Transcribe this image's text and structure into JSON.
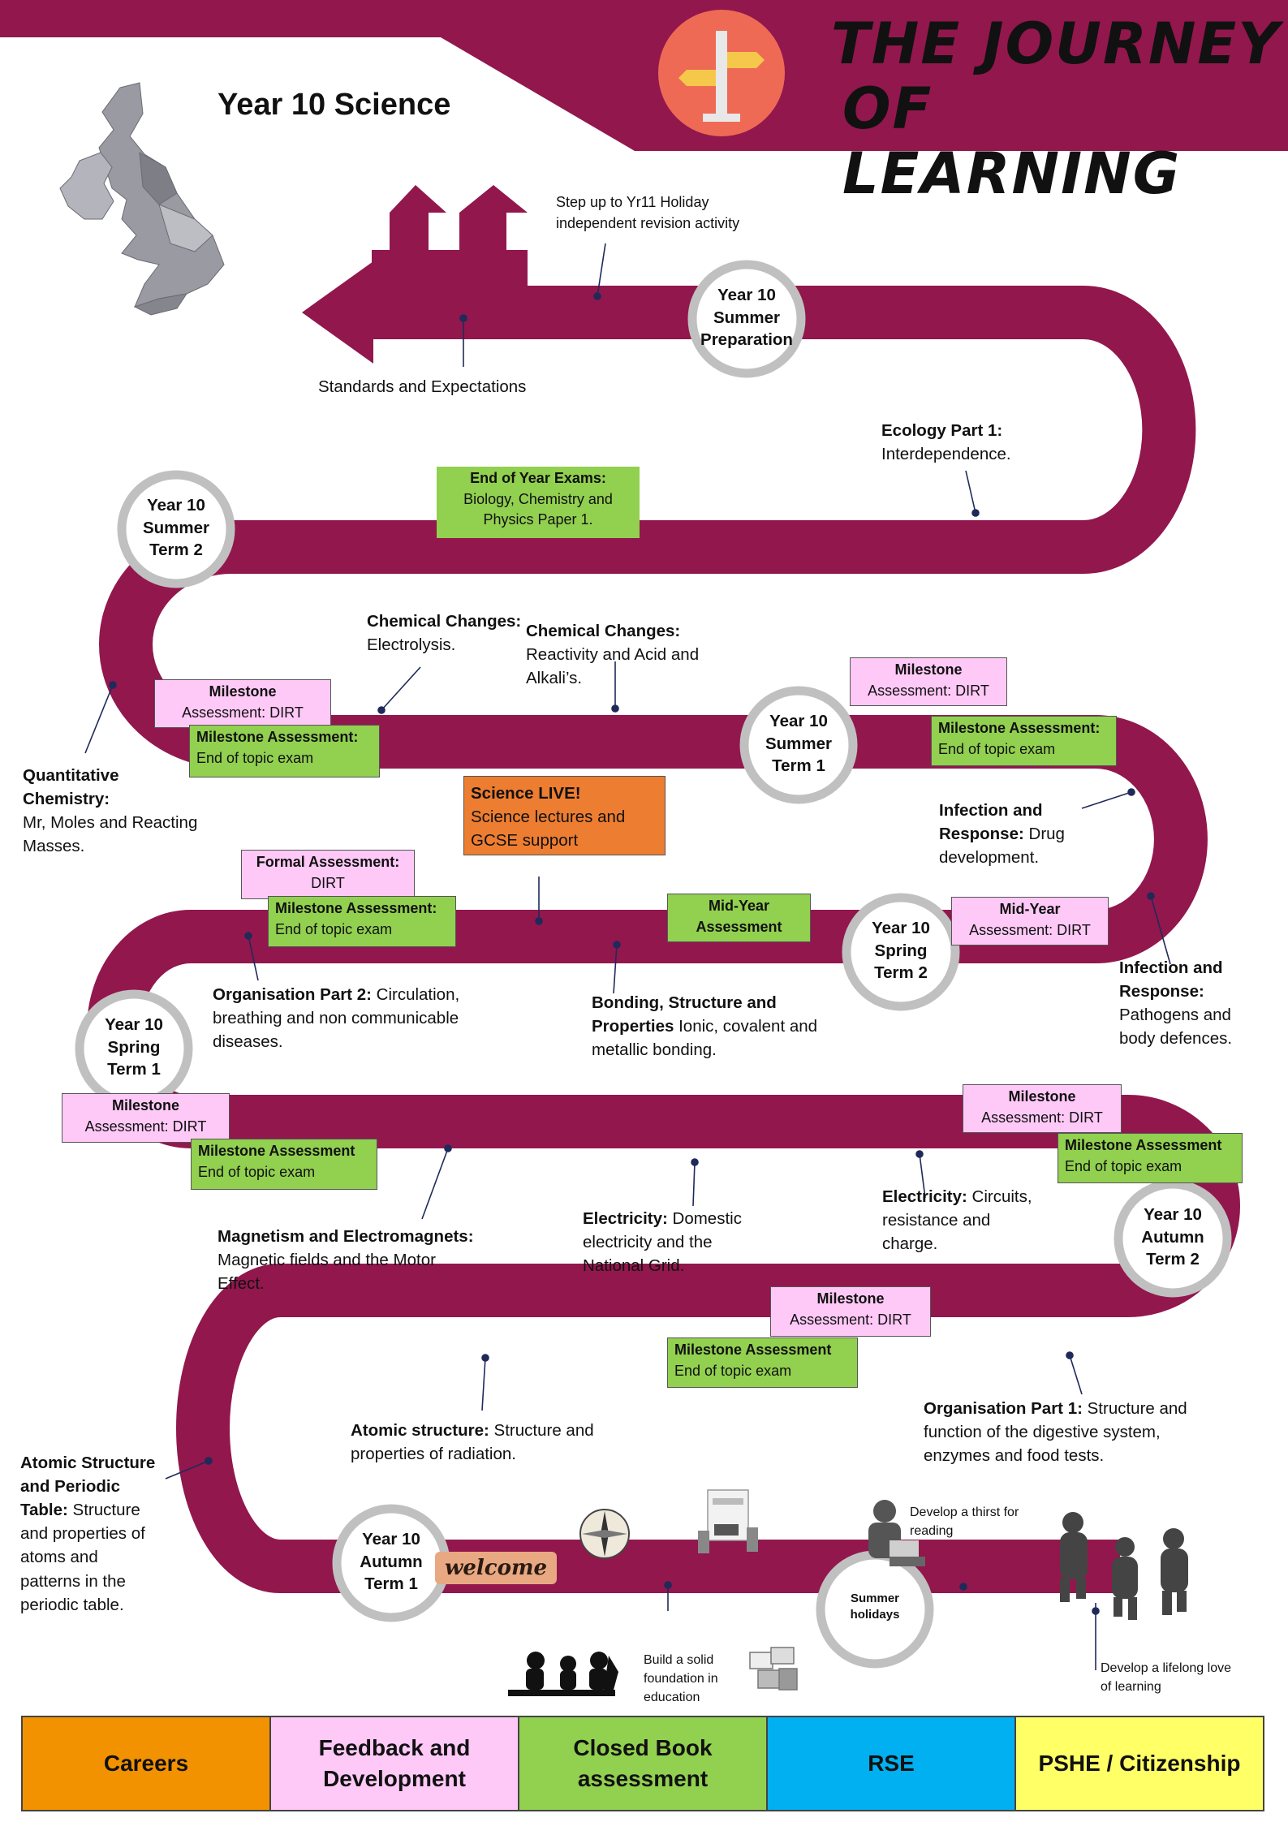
{
  "header": {
    "title_line1": "THE JOURNEY",
    "title_line2": "OF LEARNING",
    "subject": "Year 10 Science",
    "signpost_icon": "signpost-icon",
    "uk_map_icon": "uk-map-icon"
  },
  "colors": {
    "road": "#92174d",
    "banner": "#92174d",
    "milestone_pink": "#ffc9f7",
    "closed_book_green": "#92d050",
    "careers_orange": "#f39200",
    "rse_blue": "#00b0f0",
    "pshe_yellow": "#ffff66"
  },
  "circles": {
    "summer_prep": "Year 10\nSummer\nPreparation",
    "summer2": "Year 10\nSummer\nTerm 2",
    "summer1": "Year 10\nSummer\nTerm 1",
    "spring2": "Year 10\nSpring\nTerm 2",
    "spring1": "Year 10\nSpring\nTerm 1",
    "autumn2": "Year 10\nAutumn\nTerm 2",
    "autumn1": "Year 10\nAutumn\nTerm 1",
    "summer_holidays": "Summer\nholidays"
  },
  "topics": {
    "step_up": "Step up to Yr11 Holiday\nindependent  revision activity",
    "standards": "Standards and Expectations",
    "ecology_title": "Ecology Part 1:",
    "ecology_body": "Interdependence.",
    "chem_electrolysis_title": "Chemical Changes:",
    "chem_electrolysis_body": "Electrolysis.",
    "chem_reactivity_title": "Chemical Changes:",
    "chem_reactivity_body": "Reactivity and Acid and\nAlkali’s.",
    "quant_title": "Quantitative\nChemistry:",
    "quant_body": "Mr, Moles and Reacting\nMasses.",
    "infection_drug_title": "Infection and\nResponse:",
    "infection_drug_body": " Drug\ndevelopment.",
    "infection_path_title": "Infection and\nResponse:",
    "infection_path_body": "Pathogens and\nbody defences.",
    "organisation2_title": "Organisation Part 2:",
    "organisation2_body": " Circulation,\nbreathing and non communicable\ndiseases.",
    "bonding_title": "Bonding, Structure and\nProperties",
    "bonding_body": " Ionic, covalent and\nmetallic bonding.",
    "magnetism_title": "Magnetism and Electromagnets:",
    "magnetism_body": "Magnetic fields and the Motor\nEffect.",
    "electricity_domestic_title": "Electricity:",
    "electricity_domestic_body": " Domestic\nelectricity and the\nNational Grid.",
    "electricity_circuits_title": "Electricity:",
    "electricity_circuits_body": " Circuits,\nresistance and\ncharge.",
    "atomic_title": "Atomic structure:",
    "atomic_body": " Structure and\nproperties of radiation.",
    "organisation1_title": "Organisation Part 1:",
    "organisation1_body": " Structure and\nfunction of the digestive system,\nenzymes and food tests.",
    "atomic_table_title": "Atomic Structure\nand Periodic\nTable:",
    "atomic_table_body": " Structure\nand properties of\natoms and\npatterns in the\nperiodic table.",
    "thirst": "Develop a thirst for\nreading",
    "lifelong": "Develop a lifelong love\nof learning",
    "foundation": "Build a solid\nfoundation in\neducation",
    "welcome": "welcome"
  },
  "boxes": {
    "end_of_year_title": "End of Year Exams:",
    "end_of_year_body": "Biology, Chemistry and\nPhysics Paper 1.",
    "ms_title": "Milestone",
    "ms_body": "Assessment: DIRT",
    "ms_green_title": "Milestone Assessment:",
    "ms_green_title_nocolon": "Milestone Assessment",
    "ms_green_body": "End of topic exam",
    "science_live_title": "Science LIVE!",
    "science_live_body": "Science lectures and\nGCSE support",
    "formal_title": "Formal Assessment:",
    "formal_body": "DIRT",
    "midyear_title": "Mid-Year",
    "midyear_body": "Assessment",
    "midyear_pink_body": "Assessment: DIRT"
  },
  "legend": [
    {
      "label": "Careers",
      "color": "#f39200"
    },
    {
      "label": "Feedback and\nDevelopment",
      "color": "#ffc9f7"
    },
    {
      "label": "Closed Book\nassessment",
      "color": "#92d050"
    },
    {
      "label": "RSE",
      "color": "#00b0f0"
    },
    {
      "label": "PSHE / Citizenship",
      "color": "#ffff66"
    }
  ]
}
